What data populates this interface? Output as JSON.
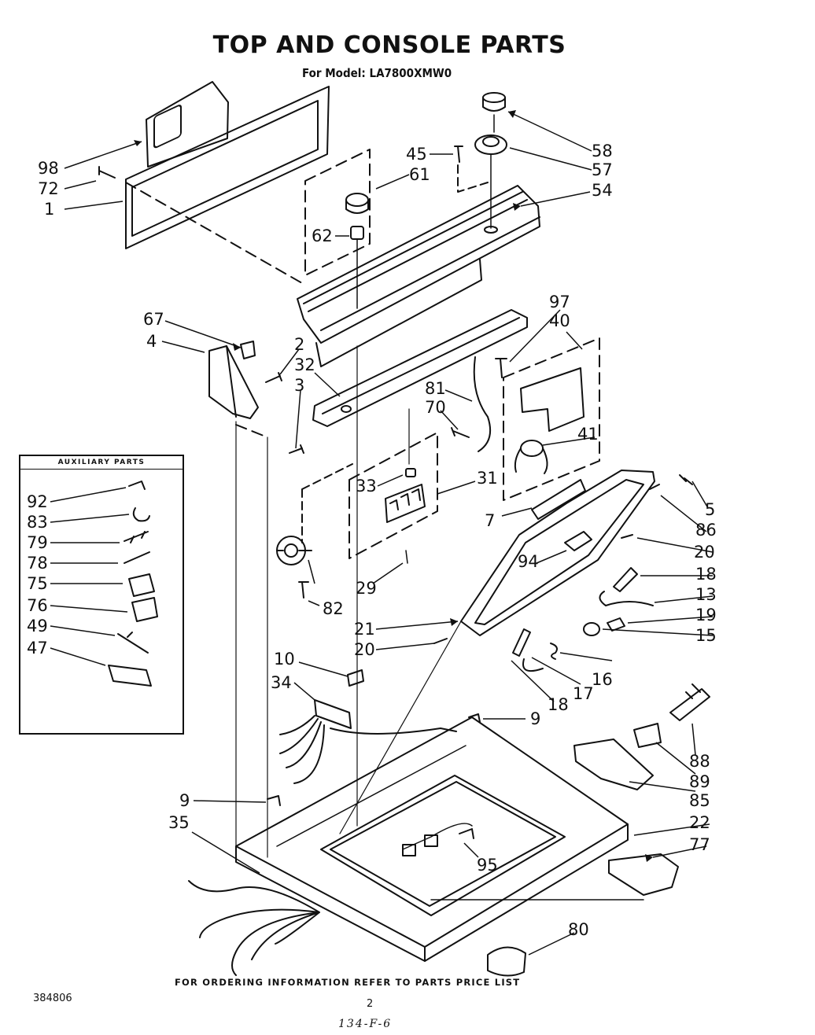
{
  "title": "TOP AND CONSOLE PARTS",
  "subtitle": "For Model: LA7800XMW0",
  "auxiliary_title": "AUXILIARY PARTS",
  "footer_note": "FOR ORDERING INFORMATION REFER TO PARTS PRICE LIST",
  "document_number": "384806",
  "page_number": "2",
  "handwritten_note": "134-F-6",
  "callouts": [
    "98",
    "72",
    "1",
    "45",
    "61",
    "58",
    "57",
    "54",
    "62",
    "67",
    "4",
    "2",
    "32",
    "3",
    "97",
    "40",
    "81",
    "70",
    "41",
    "33",
    "31",
    "5",
    "86",
    "7",
    "20",
    "94",
    "18",
    "13",
    "19",
    "15",
    "29",
    "82",
    "21",
    "20",
    "16",
    "17",
    "18",
    "10",
    "34",
    "9",
    "88",
    "89",
    "85",
    "9",
    "35",
    "22",
    "77",
    "95",
    "80"
  ],
  "auxiliary_callouts": [
    "92",
    "83",
    "79",
    "78",
    "75",
    "76",
    "49",
    "47"
  ]
}
